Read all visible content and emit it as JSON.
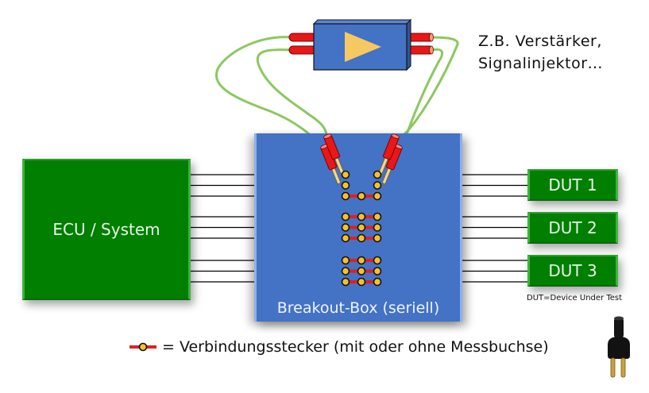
{
  "ecu": {
    "label": "ECU / System"
  },
  "breakout_box": {
    "label": "Breakout-Box (seriell)"
  },
  "duts": [
    {
      "label": "DUT 1"
    },
    {
      "label": "DUT 2"
    },
    {
      "label": "DUT 3"
    }
  ],
  "dut_note": "DUT=Device Under Test",
  "amplifier": {
    "note_line1": "Z.B. Verstärker,",
    "note_line2": "Signalinjektor…",
    "icon": "amplifier-triangle-icon"
  },
  "legend": {
    "text": "= Verbindungsstecker (mit oder ohne Messbuchse)",
    "icon": "connector-plug-icon"
  },
  "colors": {
    "ecu_green": "#007f00",
    "breakout_blue": "#4472c4",
    "connector_red": "#e02020",
    "pin_yellow": "#f5c030",
    "cable_green": "#8cc860",
    "amp_triangle": "#f7c861"
  },
  "wire_groups": [
    {
      "dut": "DUT 1",
      "wires": 3,
      "first_wire_patched": true
    },
    {
      "dut": "DUT 2",
      "wires": 3,
      "first_wire_patched": false
    },
    {
      "dut": "DUT 3",
      "wires": 3,
      "first_wire_patched": false
    }
  ]
}
